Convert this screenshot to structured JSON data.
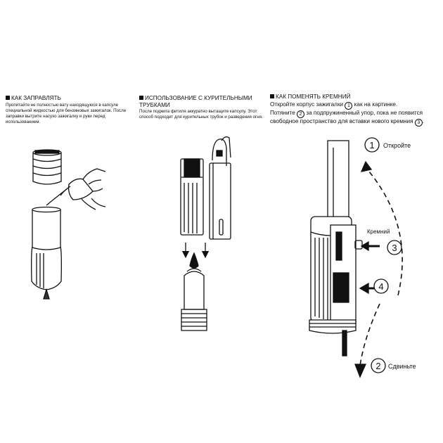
{
  "sections": [
    {
      "title": "КАК ЗАПРАВЛЯТЬ",
      "body": "Пропитайте не полностью вату находящуюся в капсуле специальной жидкостью для бензиновых зажигалок. После заправки вытрите насухо зажигалку и руки перед использованием."
    },
    {
      "title_line1": "ИСПОЛЬЗОВАНИЕ С КУРИТЕЛЬНЫМИ",
      "title_line2": "ТРУБКАМИ",
      "body": "После поджига фитиля аккуратно вытащите капсулу. Этот способ подходит для курительных трубок и разведения огня."
    },
    {
      "title": "КАК ПОМЕНЯТЬ КРЕМНИЙ",
      "body_l1a": "Откройте корпус зажигалки",
      "body_l1n": "1",
      "body_l1b": "как на картинке.",
      "body_l2a": "Потяните",
      "body_l2n": "2",
      "body_l2b": "за подпружиненный упор, пока не появится",
      "body_l3a": "свободное пространство для вставки нового кремния",
      "body_l3n": "3",
      "body_l3b": "."
    }
  ],
  "diagram3": {
    "step1_num": "1",
    "step1_label": "Откройте",
    "step2_num": "2",
    "step2_label": "Сдвиньте",
    "step3_num": "3",
    "step4_num": "4",
    "flint_label": "Кремний"
  }
}
